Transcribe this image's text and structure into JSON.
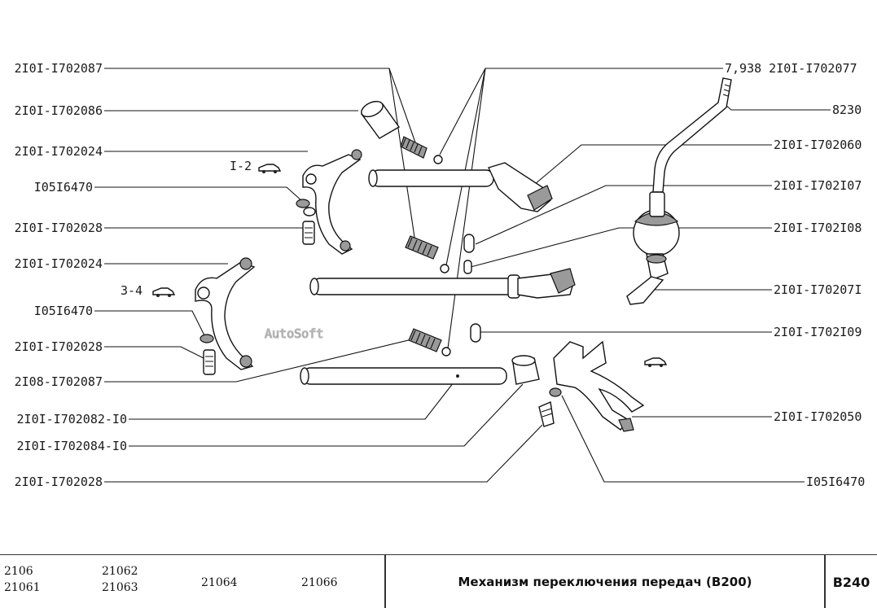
{
  "watermark": "AutoSoft",
  "labels_left": [
    {
      "id": "L1",
      "text": "2I0I-I702087"
    },
    {
      "id": "L2",
      "text": "2I0I-I702086"
    },
    {
      "id": "L3",
      "text": "2I0I-I702024"
    },
    {
      "id": "L4",
      "text": "I05I6470"
    },
    {
      "id": "L5",
      "text": "2I0I-I702028"
    },
    {
      "id": "L6",
      "text": "2I0I-I702024"
    },
    {
      "id": "L7",
      "text": "I05I6470"
    },
    {
      "id": "L8",
      "text": "2I0I-I702028"
    },
    {
      "id": "L9",
      "text": "2I08-I702087"
    },
    {
      "id": "L10",
      "text": "2I0I-I702082-I0"
    },
    {
      "id": "L11",
      "text": "2I0I-I702084-I0"
    },
    {
      "id": "L12",
      "text": "2I0I-I702028"
    }
  ],
  "labels_right": [
    {
      "id": "R1",
      "text": "7,938  2I0I-I702077"
    },
    {
      "id": "R2",
      "text": "8230"
    },
    {
      "id": "R3",
      "text": "2I0I-I702060"
    },
    {
      "id": "R4",
      "text": "2I0I-I702I07"
    },
    {
      "id": "R5",
      "text": "2I0I-I702I08"
    },
    {
      "id": "R6",
      "text": "2I0I-I70207I"
    },
    {
      "id": "R7",
      "text": "2I0I-I702I09"
    },
    {
      "id": "R8",
      "text": "2I0I-I702050"
    },
    {
      "id": "R9",
      "text": "I05I6470"
    }
  ],
  "gear_marks": [
    {
      "id": "G1",
      "text": "I-2"
    },
    {
      "id": "G2",
      "text": "3-4"
    }
  ],
  "footer": {
    "models": [
      {
        "line1": "2106",
        "line2": "21061"
      },
      {
        "line1": "21062",
        "line2": "21063"
      },
      {
        "line1": "21064",
        "line2": ""
      },
      {
        "line1": "21066",
        "line2": ""
      }
    ],
    "title": "Механизм переключения передач (В200)",
    "code": "В240"
  }
}
